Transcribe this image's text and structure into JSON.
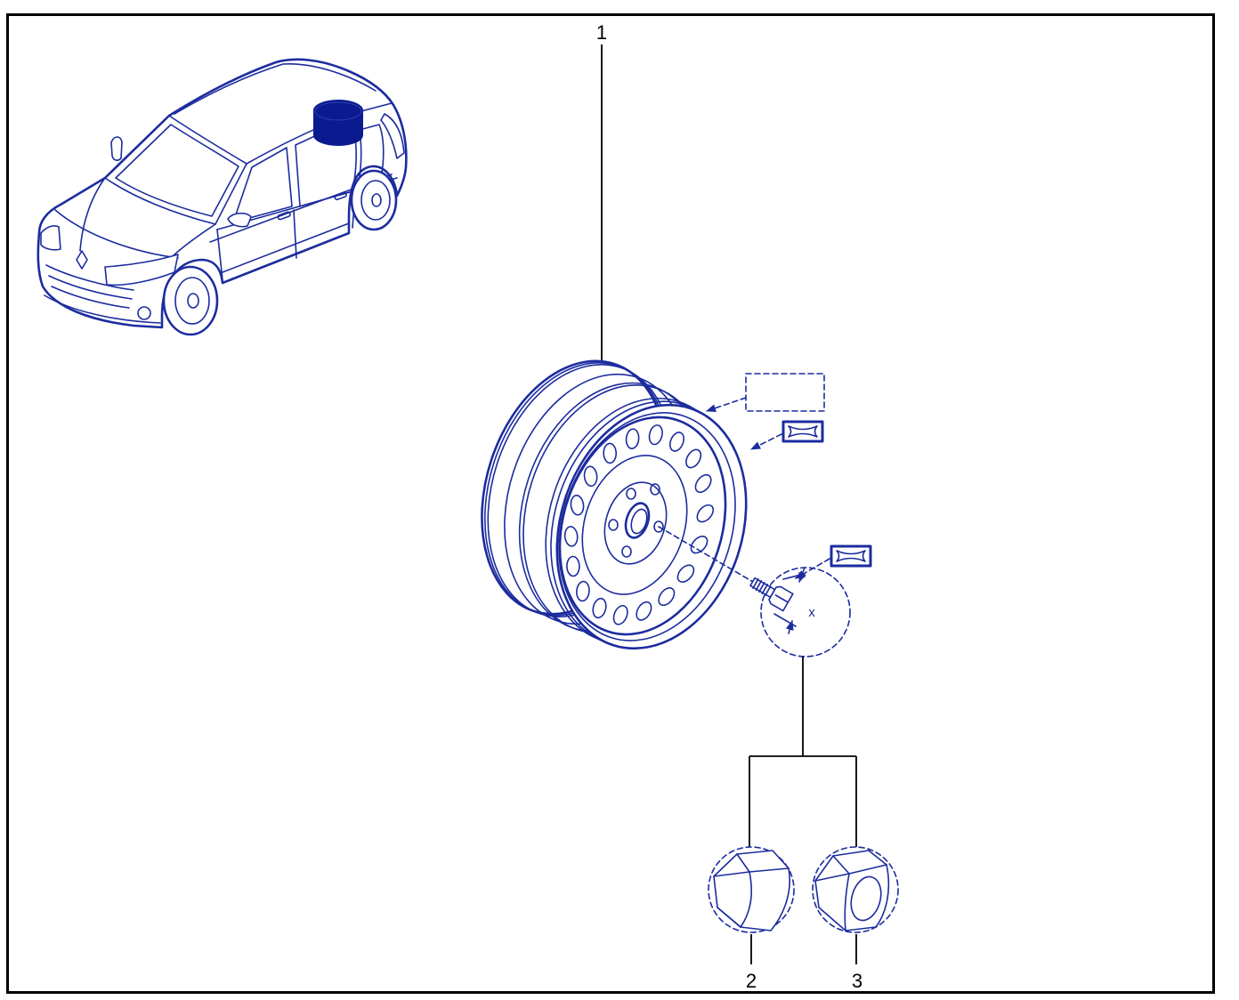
{
  "diagram": {
    "callouts": [
      {
        "label": "1"
      },
      {
        "label": "2"
      },
      {
        "label": "3"
      }
    ],
    "dimension": {
      "label": "x"
    }
  },
  "icons": {
    "vehicle": "vehicle-location-icon",
    "spare_wheel_marker": "spare-wheel-location-icon",
    "reference_box": "dashed-reference-box-icon",
    "symbol_box": "symbol-box-icon"
  },
  "colors": {
    "line": "#1c2c9e",
    "highlight": "#0b1b8f",
    "frame": "#000000",
    "callout": "#000000"
  }
}
